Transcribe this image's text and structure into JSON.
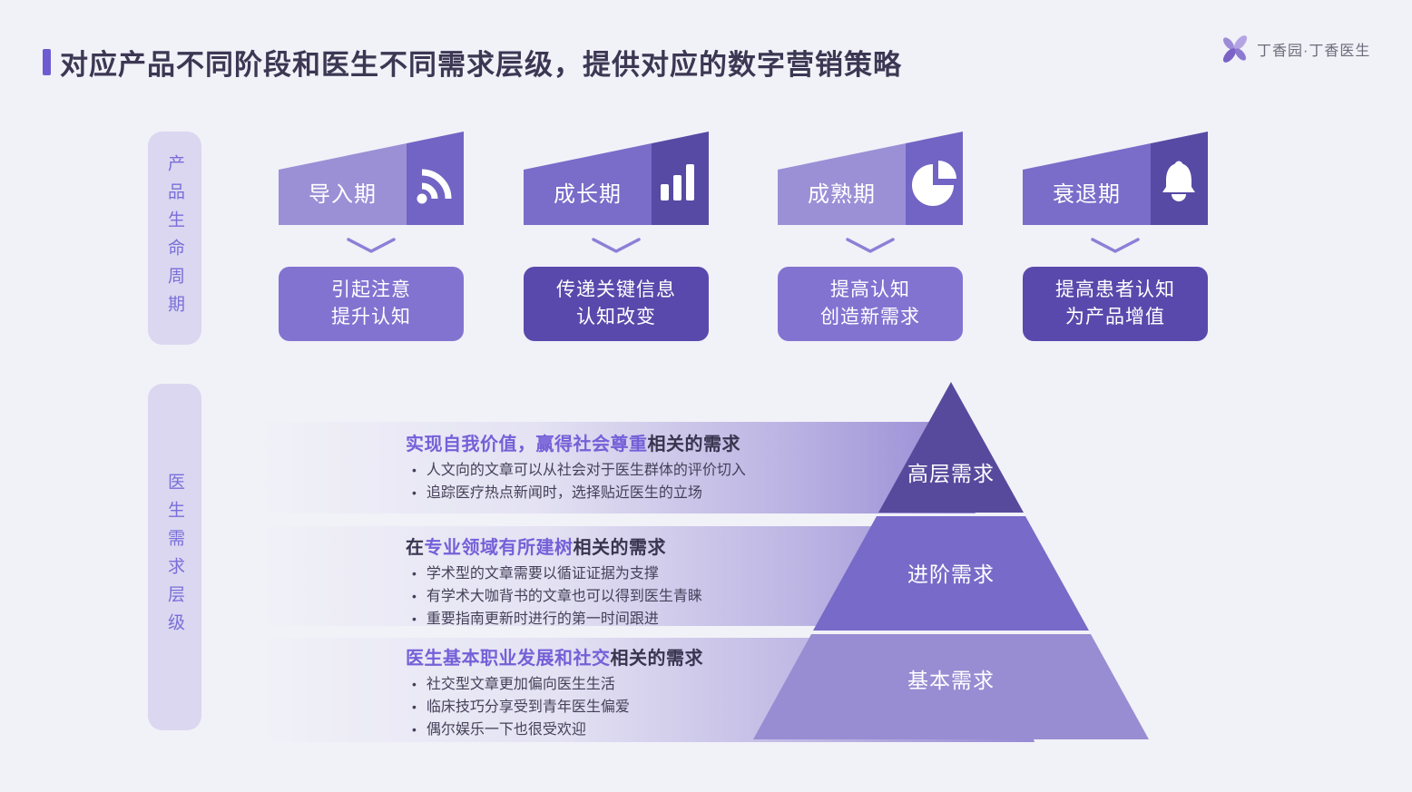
{
  "header": {
    "title": "对应产品不同阶段和医生不同需求层级，提供对应的数字营销策略",
    "logo_text": "丁香园·丁香医生"
  },
  "chars": {
    "bullet": "•"
  },
  "lifecycle": {
    "sidebar_label": "产品生命周期",
    "stages": [
      {
        "name": "导入期",
        "icon": "rss-icon",
        "strategy_line1": "引起注意",
        "strategy_line2": "提升认知"
      },
      {
        "name": "成长期",
        "icon": "bar-chart-icon",
        "strategy_line1": "传递关键信息",
        "strategy_line2": "认知改变"
      },
      {
        "name": "成熟期",
        "icon": "pie-chart-icon",
        "strategy_line1": "提高认知",
        "strategy_line2": "创造新需求"
      },
      {
        "name": "衰退期",
        "icon": "bell-icon",
        "strategy_line1": "提高患者认知",
        "strategy_line2": "为产品增值"
      }
    ]
  },
  "needs": {
    "sidebar_label": "医生需求层级",
    "pyramid": {
      "levels": [
        "高层需求",
        "进阶需求",
        "基本需求"
      ]
    },
    "blocks": [
      {
        "title_prefix": "",
        "title_highlight": "实现自我价值，赢得社会尊重",
        "title_suffix": "相关的需求",
        "bullets": [
          "人文向的文章可以从社会对于医生群体的评价切入",
          "追踪医疗热点新闻时，选择贴近医生的立场"
        ]
      },
      {
        "title_prefix": "在",
        "title_highlight": "专业领域有所建树",
        "title_suffix": "相关的需求",
        "bullets": [
          "学术型的文章需要以循证证据为支撑",
          "有学术大咖背书的文章也可以得到医生青睐",
          "重要指南更新时进行的第一时间跟进"
        ]
      },
      {
        "title_prefix": "",
        "title_highlight": "医生基本职业发展和社交",
        "title_suffix": "相关的需求",
        "bullets": [
          "社交型文章更加偏向医生生活",
          "临床技巧分享受到青年医生偏爱",
          "偶尔娱乐一下也很受欢迎"
        ]
      }
    ]
  },
  "colors": {
    "background": "#f1f1f8",
    "accent": "#6e5bd2",
    "title_text": "#3c3753",
    "highlight_text": "#7560d8",
    "banner_body_light": "#9b90d6",
    "banner_body_medium": "#7a6cc9",
    "banner_icon_medium": "#7164c4",
    "banner_icon_dark": "#564aa4",
    "strategy_box_light": "#8373d1",
    "strategy_box_dark": "#5a49ac",
    "pyramid_top": "#574a9d",
    "pyramid_mid": "#776ac8",
    "pyramid_base": "#988dd2",
    "pill_bg": "#dbd7f0",
    "pill_text": "#7a6ed9"
  }
}
